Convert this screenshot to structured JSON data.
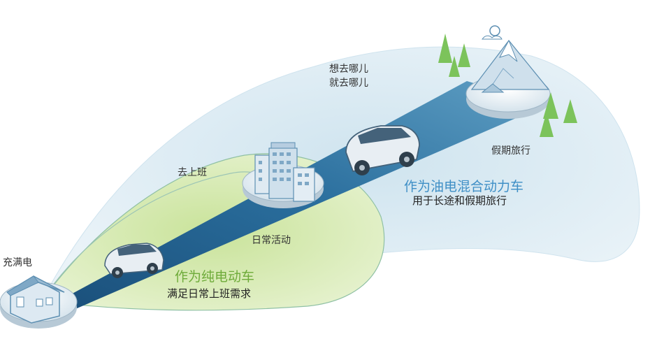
{
  "labels": {
    "charge_full": "充满电",
    "go_to_work": "去上班",
    "daily_activity": "日常活动",
    "where_line1": "想去哪儿",
    "where_line2": "就去哪儿",
    "holiday_travel": "假期旅行"
  },
  "ev_mode": {
    "title": "作为纯电动车",
    "subtitle": "满足日常上班需求"
  },
  "hybrid_mode": {
    "title": "作为油电混合动力车",
    "subtitle": "用于长途和假期旅行"
  },
  "colors": {
    "road": "#1e5f8e",
    "daily_zone": "#d7ebb3",
    "travel_zone": "#e1eef5",
    "ev_title": "#6eab3a",
    "hybrid_title": "#3f8fc6"
  }
}
